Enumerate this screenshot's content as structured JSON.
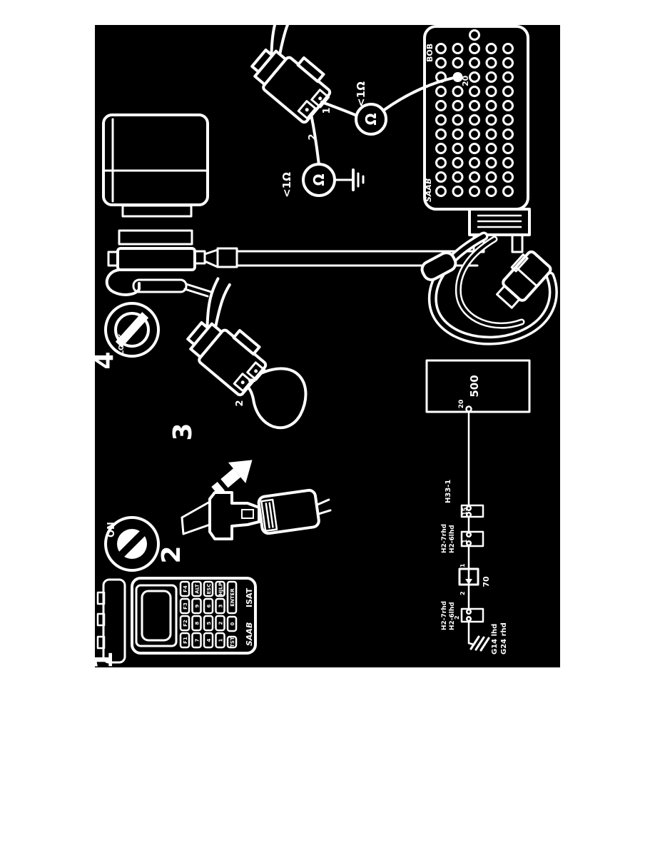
{
  "page": {
    "background": "#ffffff",
    "diagram_background": "#000000",
    "line_color": "#ffffff",
    "description": "Service manual test-procedure diagram (rotated 90°): seat belt switch circuit check with ISAT, breakout box BOB and ohmmeter"
  },
  "steps": {
    "s1": "1",
    "s2": "2",
    "s3": "3",
    "s4": "4"
  },
  "ignition": {
    "on_label": "ON",
    "lock_label": "LOCK"
  },
  "probe": {
    "reading": "<1Ω",
    "omega": "Ω",
    "pin1": "1",
    "pin2": "2"
  },
  "jumper": {
    "pin1": "1",
    "pin2": "2"
  },
  "bob": {
    "label": "BOB",
    "brand": "SAAB",
    "socket_label": "20",
    "grid": {
      "rows": 11,
      "cols": 5,
      "filled_row": 3,
      "filled_col": 2
    }
  },
  "isat": {
    "brand": "SAAB",
    "model": "ISAT",
    "keys": [
      [
        "F1",
        "F2",
        "F3",
        "F4"
      ],
      [
        "7",
        "8",
        "9",
        "ALT"
      ],
      [
        "4",
        "5",
        "6",
        "ESC"
      ],
      [
        "1",
        "2",
        "3",
        "HJLP"
      ],
      [
        "TST",
        "0",
        "ENTER"
      ]
    ]
  },
  "schematic": {
    "unit": "500",
    "unit_pin": "20",
    "h33_label": "H33-1",
    "h33_pin": "15",
    "h2_line1": "H2-7rhd",
    "h2_line2": "H2-6lhd",
    "h2_top_pin": "1",
    "comp70_label": "70",
    "comp70_pin_top": "1",
    "comp70_pin_bottom": "2",
    "h2_bottom_pin": "2",
    "ground_line1": "G14 lhd",
    "ground_line2": "G24 rhd"
  }
}
